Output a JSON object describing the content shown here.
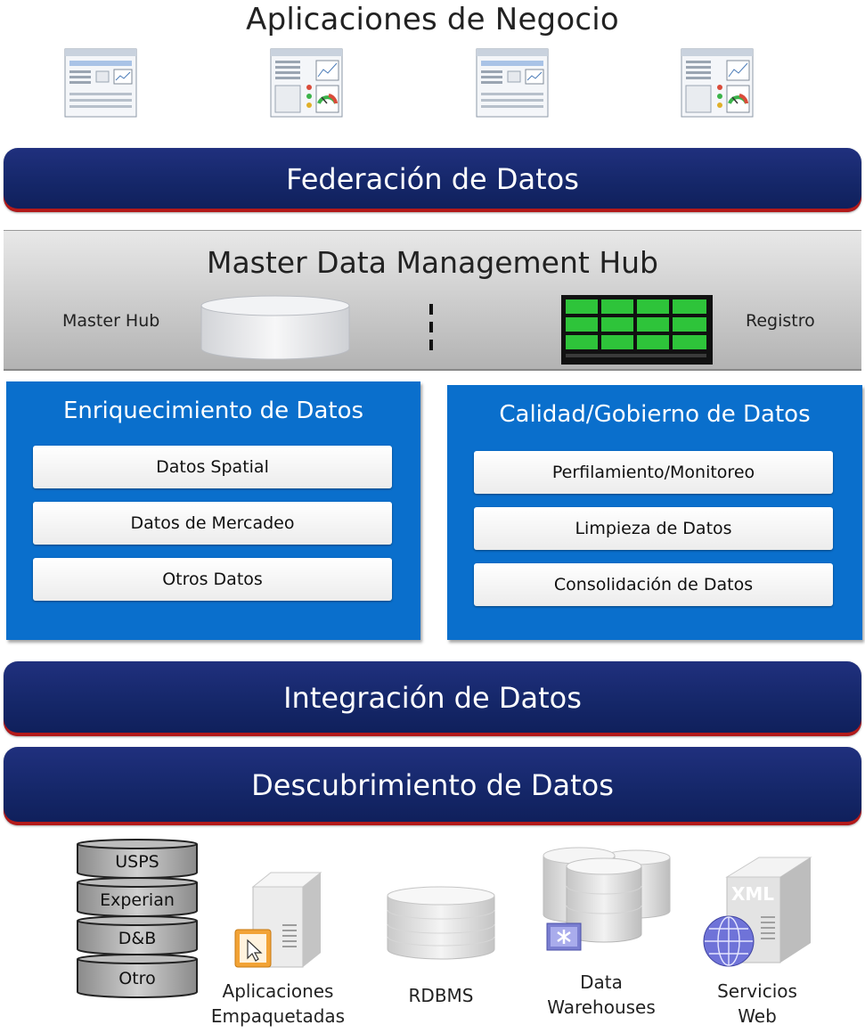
{
  "title": "Aplicaciones de Negocio",
  "federation": "Federación de Datos",
  "hub": {
    "title": "Master Data Management Hub",
    "left_label": "Master Hub",
    "right_label": "Registro"
  },
  "enrichment": {
    "title": "Enriquecimiento de Datos",
    "items": [
      "Datos Spatial",
      "Datos de Mercadeo",
      "Otros  Datos"
    ]
  },
  "quality": {
    "title": "Calidad/Gobierno de Datos",
    "items": [
      "Perfilamiento/Monitoreo",
      "Limpieza  de Datos",
      "Consolidación  de Datos"
    ]
  },
  "integration": "Integración de Datos",
  "discovery": "Descubrimiento de Datos",
  "sources": {
    "stack": [
      "USPS",
      "Experian",
      "D&B",
      "Otro"
    ],
    "packaged": [
      "Aplicaciones",
      "Empaquetadas"
    ],
    "rdbms": "RDBMS",
    "warehouses": [
      "Data",
      "Warehouses"
    ],
    "web": [
      "Servicios",
      "Web"
    ],
    "xml": "XML"
  },
  "colors": {
    "band": "#152769",
    "band_edge": "#b31a1a",
    "panel": "#0a6fcc",
    "grid_green": "#2ec43a"
  }
}
